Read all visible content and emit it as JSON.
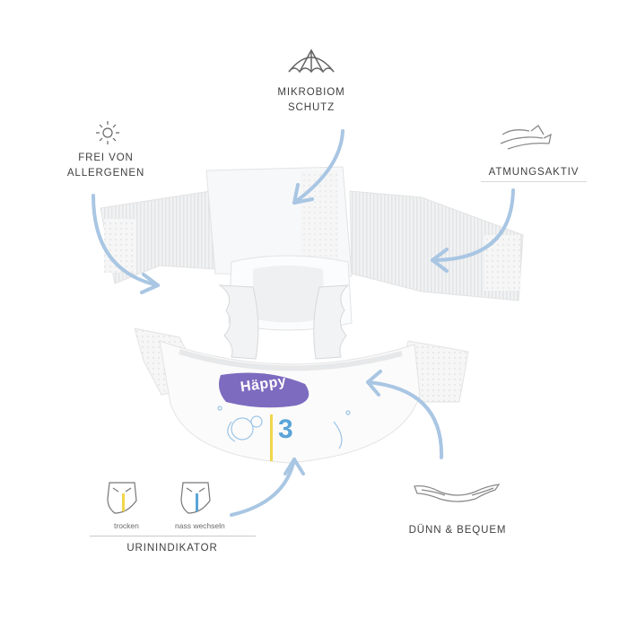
{
  "features": {
    "mikrobiom_line1": "MIKROBIOM",
    "mikrobiom_line2": "SCHUTZ",
    "allergen_line1": "FREI VON",
    "allergen_line2": "ALLERGENEN",
    "atmung": "ATMUNGSAKTIV",
    "duenn": "DÜNN & BEQUEM",
    "urin": "URININDIKATOR"
  },
  "indicator": {
    "dry_label": "trocken",
    "wet_label": "nass wechseln"
  },
  "diaper": {
    "brand_text": "Häppy",
    "size": "3"
  },
  "icons": [
    "umbrella-icon",
    "sun-icon",
    "airflow-icon",
    "thin-diaper-icon",
    "dry-indicator-diaper-icon",
    "wet-indicator-diaper-icon"
  ],
  "colors": {
    "arrow": "#a9c6e3",
    "label": "#3f3f3f",
    "brand_purple": "#7d6bbf",
    "indicator_yellow": "#f2d64a",
    "indicator_blue": "#5aa4d8"
  }
}
